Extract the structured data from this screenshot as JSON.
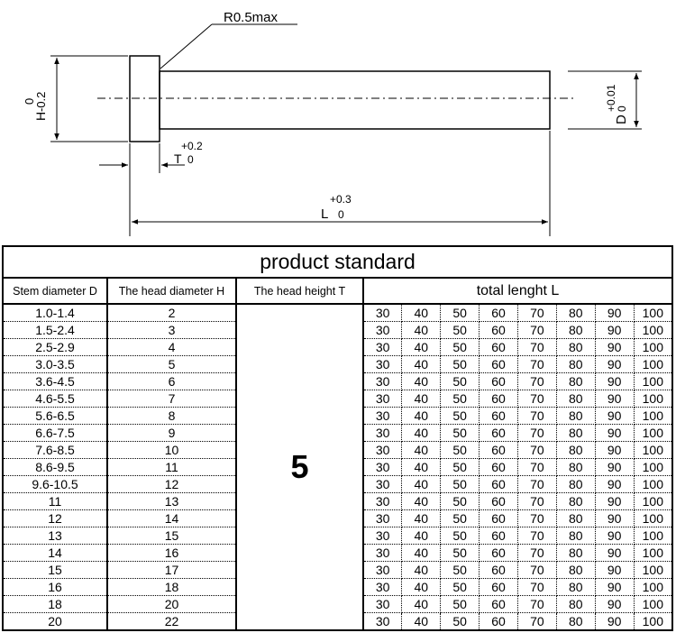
{
  "drawing": {
    "radius_note": "R0.5max",
    "head_height_label": "H",
    "head_height_tol_upper": "0",
    "head_height_tol_lower": "-0.2",
    "head_thickness_label": "T",
    "head_thickness_tol_upper": "+0.2",
    "head_thickness_tol_lower": "0",
    "diameter_label": "D",
    "diameter_tol_upper": "+0.01",
    "diameter_tol_lower": "0",
    "length_label": "L",
    "length_tol_upper": "+0.3",
    "length_tol_lower": "0"
  },
  "table": {
    "title": "product standard",
    "headers": {
      "stem_diameter": "Stem diameter D",
      "head_diameter": "The head diameter H",
      "head_height": "The head height T",
      "total_length": "total lenght  L"
    },
    "head_height_value": "5",
    "lengths": [
      "30",
      "40",
      "50",
      "60",
      "70",
      "80",
      "90",
      "100"
    ],
    "rows": [
      {
        "d": "1.0-1.4",
        "h": "2"
      },
      {
        "d": "1.5-2.4",
        "h": "3"
      },
      {
        "d": "2.5-2.9",
        "h": "4"
      },
      {
        "d": "3.0-3.5",
        "h": "5"
      },
      {
        "d": "3.6-4.5",
        "h": "6"
      },
      {
        "d": "4.6-5.5",
        "h": "7"
      },
      {
        "d": "5.6-6.5",
        "h": "8"
      },
      {
        "d": "6.6-7.5",
        "h": "9"
      },
      {
        "d": "7.6-8.5",
        "h": "10"
      },
      {
        "d": "8.6-9.5",
        "h": "11"
      },
      {
        "d": "9.6-10.5",
        "h": "12"
      },
      {
        "d": "11",
        "h": "13"
      },
      {
        "d": "12",
        "h": "14"
      },
      {
        "d": "13",
        "h": "15"
      },
      {
        "d": "14",
        "h": "16"
      },
      {
        "d": "15",
        "h": "17"
      },
      {
        "d": "16",
        "h": "18"
      },
      {
        "d": "18",
        "h": "20"
      },
      {
        "d": "20",
        "h": "22"
      }
    ]
  }
}
